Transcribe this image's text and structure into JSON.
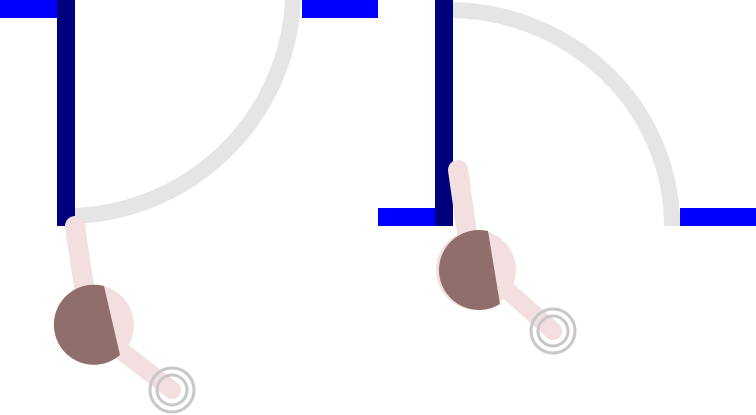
{
  "colors": {
    "background": "#ffffff",
    "wall": "#0000ff",
    "door_leaf": "#00007f",
    "swing_arc": "#e5e5e5",
    "person_head_dark": "#8f6e6b",
    "person_head_light": "#f3dfdf",
    "person_arm": "#f3dfdf",
    "target_ring": "#c8c8c8"
  },
  "panels": [
    {
      "id": "left",
      "door_state": "open",
      "icons": [
        "wall-icon",
        "door-leaf-icon",
        "door-swing-arc-icon",
        "person-icon",
        "target-ring-icon"
      ]
    },
    {
      "id": "right",
      "door_state": "closed",
      "icons": [
        "wall-icon",
        "door-leaf-icon",
        "door-swing-arc-icon",
        "person-icon",
        "target-ring-icon"
      ]
    }
  ]
}
